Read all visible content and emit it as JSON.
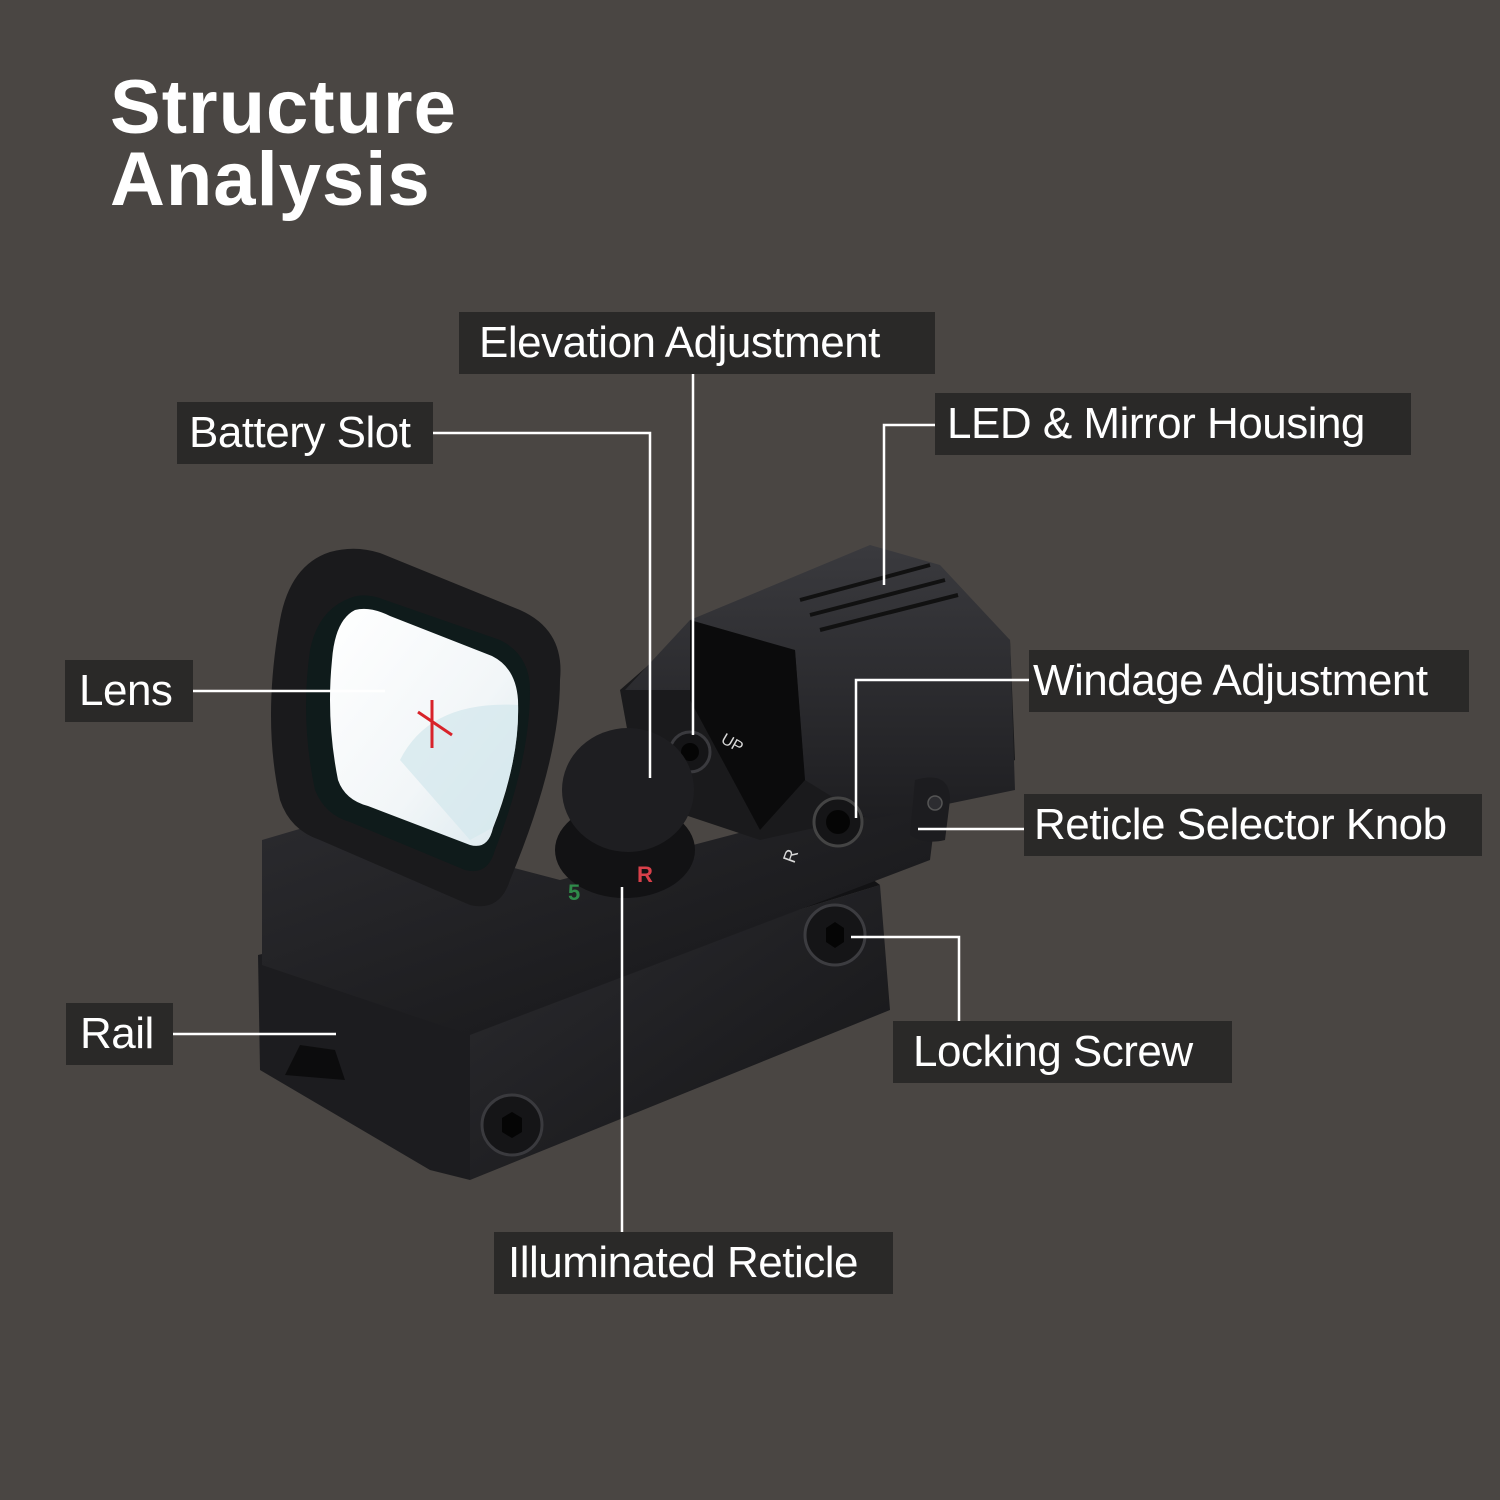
{
  "title": {
    "line1": "Structure",
    "line2": "Analysis"
  },
  "product": {
    "name": "red dot reflex sight",
    "reticle_color": "#d8232a",
    "dial_markings": [
      "5",
      "R"
    ],
    "dial_marking_colors": {
      "5": "#2f8a4a",
      "R": "#d8404a"
    },
    "engravings": [
      "UP",
      "R"
    ]
  },
  "callouts": [
    {
      "id": "elevation-adjustment",
      "label": "Elevation Adjustment"
    },
    {
      "id": "battery-slot",
      "label": "Battery Slot"
    },
    {
      "id": "led-mirror-housing",
      "label": "LED & Mirror Housing"
    },
    {
      "id": "lens",
      "label": "Lens"
    },
    {
      "id": "windage-adjustment",
      "label": "Windage Adjustment"
    },
    {
      "id": "reticle-selector-knob",
      "label": "Reticle Selector Knob"
    },
    {
      "id": "rail",
      "label": "Rail"
    },
    {
      "id": "locking-screw",
      "label": "Locking Screw"
    },
    {
      "id": "illuminated-reticle",
      "label": "Illuminated Reticle"
    }
  ],
  "colors": {
    "background": "#4a4643",
    "label_bg": "#2a2928",
    "label_text": "#ffffff",
    "leader": "#ffffff"
  }
}
